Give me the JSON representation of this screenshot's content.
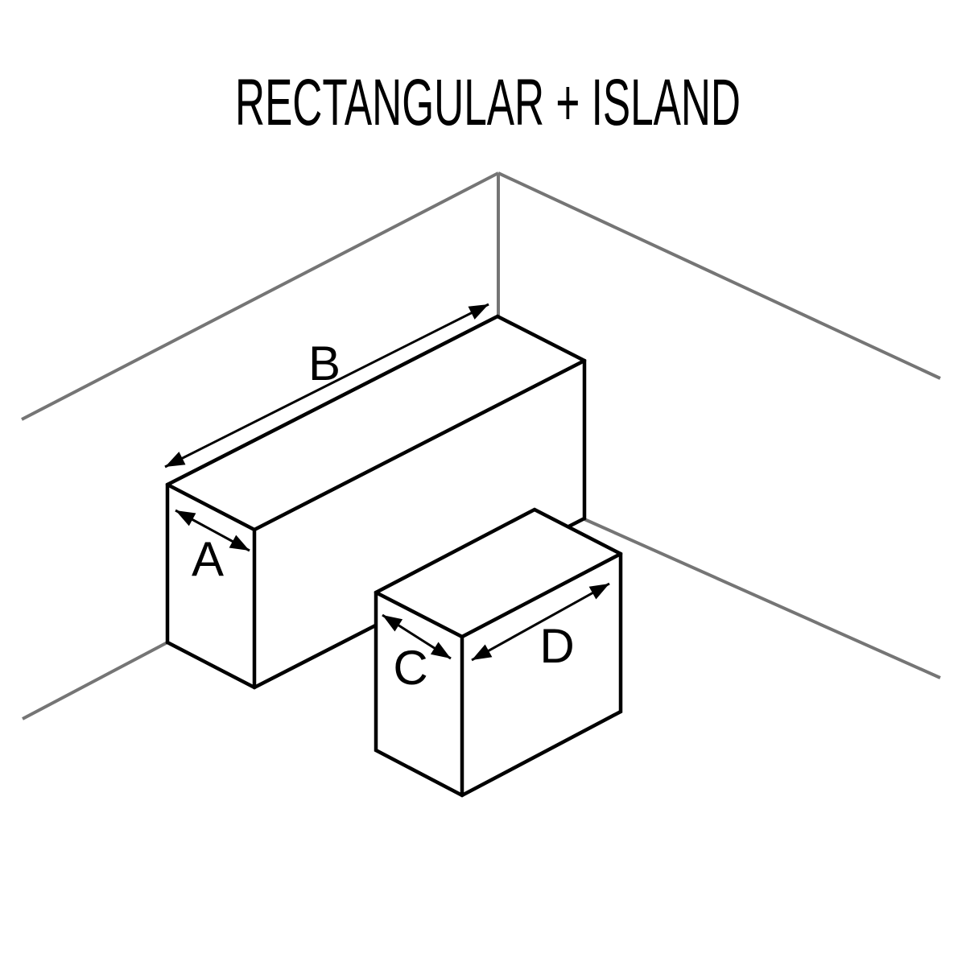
{
  "title": "RECTANGULAR + ISLAND",
  "labels": {
    "dim_a": "A",
    "dim_b": "B",
    "dim_c": "C",
    "dim_d": "D"
  },
  "colors": {
    "line": "#000000",
    "wall_line": "#757575",
    "surface": "#ffffff",
    "background": "#ffffff"
  }
}
